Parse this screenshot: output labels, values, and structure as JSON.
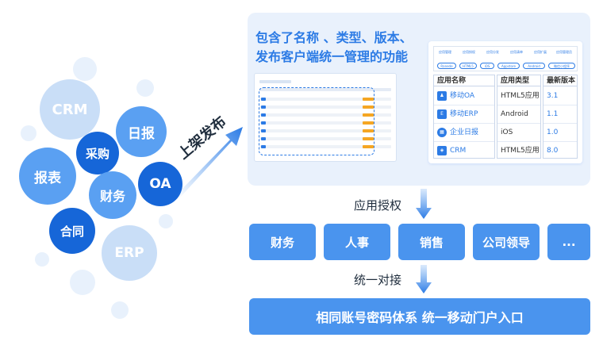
{
  "bubbles": {
    "crm": "CRM",
    "daily_report": "日报",
    "purchasing": "采购",
    "reports": "报表",
    "finance": "财务",
    "oa": "OA",
    "contract": "合同",
    "erp": "ERP"
  },
  "publish_label": "上架发布",
  "panel": {
    "title": "包含了名称 、类型、版本、发布客户端统一管理的功能"
  },
  "app_card": {
    "tabs": [
      "应用管理",
      "应用授权",
      "应用分发",
      "应用清单",
      "应用扩展",
      "应用管理员"
    ],
    "chips": [
      "Ranede",
      "HTML5",
      "iOS",
      "Appstore",
      "Android",
      "微信小程序"
    ],
    "headers": {
      "name": "应用名称",
      "type": "应用类型",
      "version": "最新版本"
    },
    "rows": [
      {
        "icon": "person-icon",
        "name": "移动OA",
        "type": "HTML5应用",
        "version": "3.1"
      },
      {
        "icon": "erp-icon",
        "name": "移动ERP",
        "type": "Android",
        "version": "1.1"
      },
      {
        "icon": "calendar-icon",
        "name": "企业日报",
        "type": "iOS",
        "version": "1.0"
      },
      {
        "icon": "shield-icon",
        "name": "CRM",
        "type": "HTML5应用",
        "version": "8.0"
      }
    ]
  },
  "authorize_label": "应用授权",
  "departments": [
    "财务",
    "人事",
    "销售",
    "公司领导",
    "..."
  ],
  "connect_label": "统一对接",
  "portal_label": "相同账号密码体系 统一移动门户入口",
  "colors": {
    "accent": "#2c7be5",
    "box_blue": "#4a94ee",
    "panel_bg": "#e9f1fc",
    "bubble_light": "#c9def7",
    "bubble_mid": "#5aa0f2",
    "bubble_dark": "#1666d8"
  }
}
